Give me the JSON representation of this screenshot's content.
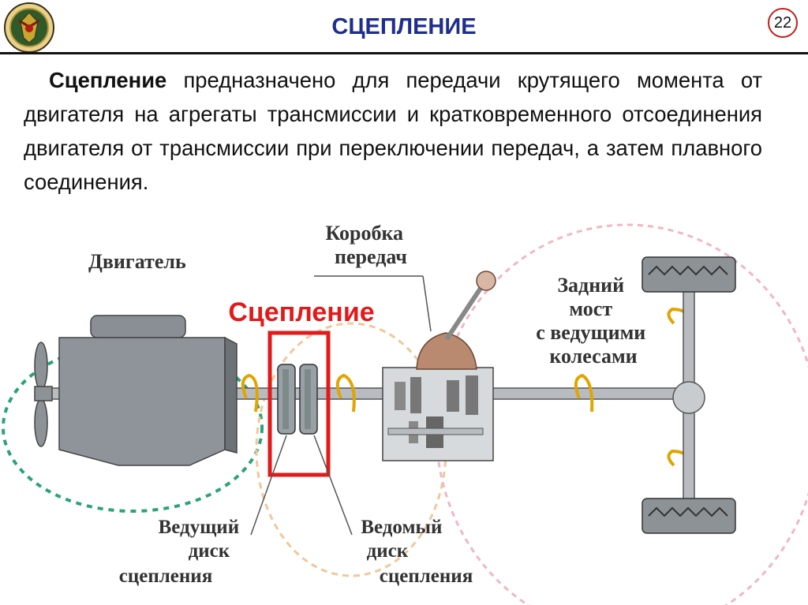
{
  "header": {
    "title": "СЦЕПЛЕНИЕ",
    "page_number": "22"
  },
  "intro": {
    "term": "Сцепление",
    "text": " предназначено для передачи крутящего момента от двигателя на агрегаты трансмиссии и кратковременного отсоединения двигателя от трансмиссии при переключении передач, а затем плавного соединения."
  },
  "diagram": {
    "engine_label": "Двигатель",
    "gearbox_label": [
      "Коробка",
      "передач"
    ],
    "clutch_label": "Сцепление",
    "rear_axle_label": [
      "Задний",
      "мост",
      "с ведущими",
      "колесами"
    ],
    "driving_disc_label": [
      "Ведущий",
      "диск",
      "сцепления"
    ],
    "driven_disc_label": [
      "Ведомый",
      "диск",
      "сцепления"
    ]
  },
  "colors": {
    "title": "#1f2e8c",
    "badge_border": "#c0201b",
    "highlight": "#e21a1a",
    "engine_zone": "#2aa37a",
    "clutch_zone": "#f0c89a",
    "axle_zone": "#f0b7c4",
    "gearbox_knob": "#b98a70"
  },
  "icons": {
    "logo": "coat-of-arms-icon"
  }
}
